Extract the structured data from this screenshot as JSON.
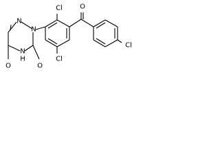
{
  "structure": {
    "atom_labels": {
      "n1": "N",
      "n2": "N",
      "n4h": "N",
      "h4": "H",
      "o_left": "O",
      "o_right": "O",
      "o_ketone": "O",
      "cl_top": "Cl",
      "cl_bottom": "Cl",
      "cl_para": "Cl"
    }
  }
}
